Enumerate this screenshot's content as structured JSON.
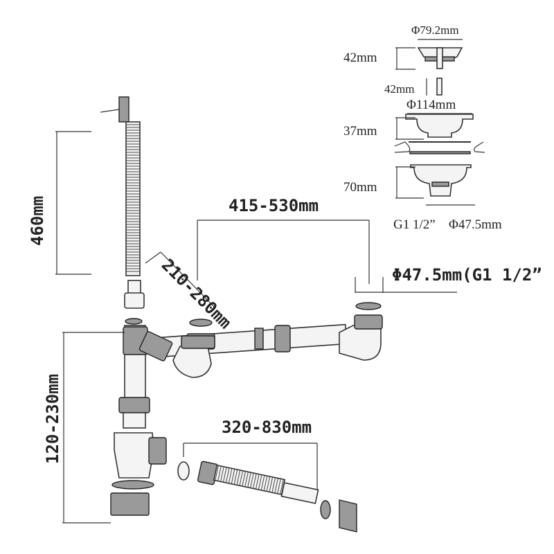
{
  "strainer": {
    "basket_diameter": "Φ79.2mm",
    "basket_height": "42mm",
    "pin_height": "42mm",
    "flange_diameter": "Φ114mm",
    "flange_height": "37mm",
    "body_height": "70mm",
    "thread": "G1 1/2”",
    "outlet_diameter": "Φ47.5mm"
  },
  "assembly": {
    "overflow_hose_length": "460mm",
    "overflow_arm_length": "210-280mm",
    "bowl_spacing": "415-530mm",
    "inlet_spec": "Φ47.5mm(G1 1/2” )",
    "trap_height": "120-230mm",
    "flex_hose_length": "320-830mm"
  }
}
